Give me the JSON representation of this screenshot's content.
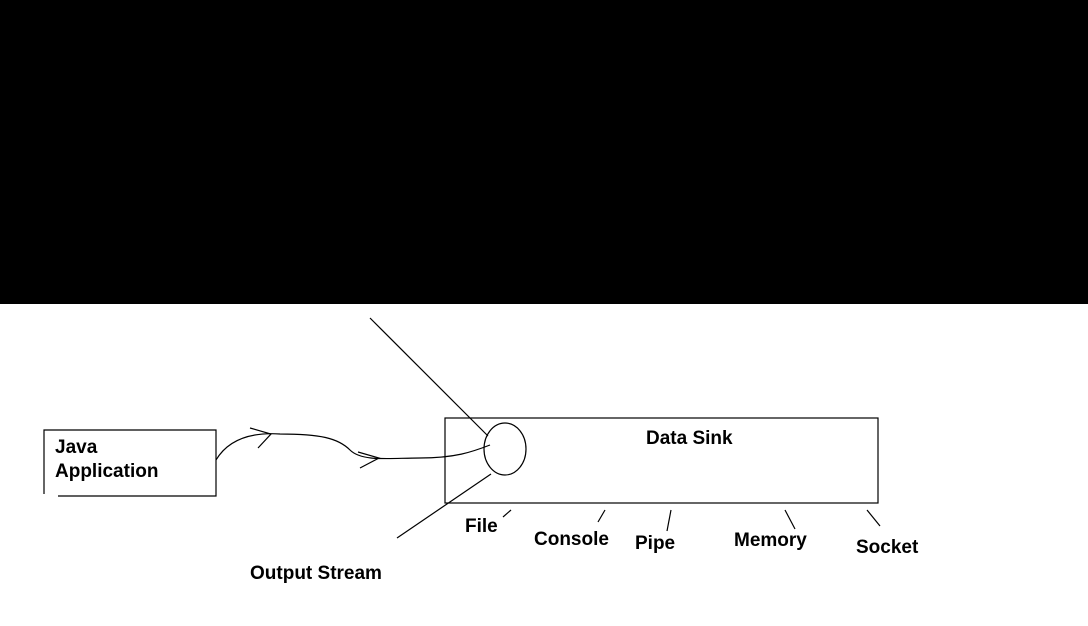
{
  "java_app": {
    "line1": "Java",
    "line2": "Application"
  },
  "data_sink": {
    "title": "Data Sink",
    "sinks": [
      "File",
      "Console",
      "Pipe",
      "Memory",
      "Socket"
    ]
  },
  "stream": {
    "label": "Output Stream"
  },
  "colors": {
    "background": "#ffffff",
    "redaction_band": "#000000",
    "stroke": "#000000"
  }
}
